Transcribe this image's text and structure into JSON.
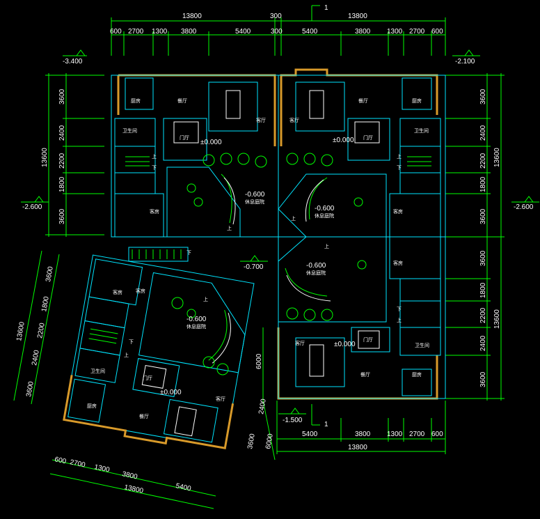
{
  "dimensions": {
    "top_total_left": "13800",
    "top_mid": "300",
    "top_total_right": "13800",
    "top_segments": [
      "600",
      "2700",
      "1300",
      "3800",
      "5400",
      "300",
      "5400",
      "3800",
      "1300",
      "2700",
      "600"
    ],
    "left_segments": [
      "3600",
      "2400",
      "2200",
      "1800",
      "3600"
    ],
    "left_total": "13600",
    "right_segments_top": [
      "3600",
      "2400",
      "2200",
      "1800",
      "3600"
    ],
    "right_total_top": "13600",
    "right_segments_bottom": [
      "3600",
      "1800",
      "2200",
      "2400",
      "3600"
    ],
    "right_total_bottom": "13600",
    "bottom_right_segments": [
      "5400",
      "3800",
      "1300",
      "2700",
      "600"
    ],
    "bottom_right_total": "13800",
    "rot_left_segments": [
      "3600",
      "1800",
      "2200",
      "2400",
      "3600"
    ],
    "rot_left_total": "13600",
    "rot_bottom_segments": [
      "600",
      "2700",
      "1300",
      "3800",
      "5400"
    ],
    "rot_bottom_total": "13800",
    "center_vertical": [
      "6000",
      "2400",
      "3600",
      "6000"
    ]
  },
  "levels": {
    "top_left": "-3.400",
    "top_right": "-2.100",
    "mid_left": "-2.600",
    "mid_right": "-2.600",
    "center": "-0.700",
    "bottom": "-1.500",
    "court_1": "-0.600",
    "court_2": "-0.600",
    "court_3": "-0.600",
    "court_4": "-0.600",
    "floor_1": "±0.000",
    "floor_2": "±0.000",
    "floor_3": "±0.000",
    "floor_4": "±0.000"
  },
  "section_marks": [
    "1",
    "1"
  ],
  "rooms": {
    "kitchen": "厨房",
    "dining": "餐厅",
    "living": "客厅",
    "bath": "卫生间",
    "guest": "客房",
    "hall": "门厅",
    "court": "休息庭院",
    "up": "上",
    "down": "下"
  },
  "colors": {
    "background": "#000000",
    "dimension_lines": "#00ff00",
    "walls": "#00e5ff",
    "exterior_walls": "#d89a2a",
    "text": "#ffffff"
  }
}
